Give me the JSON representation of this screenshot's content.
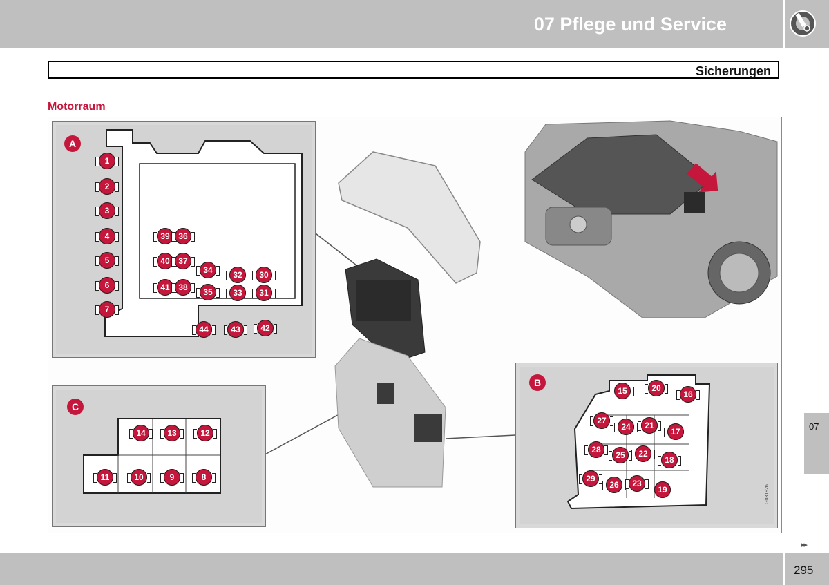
{
  "header": {
    "chapter_title": "07 Pflege und Service",
    "icon": "wrench-gear-icon"
  },
  "section": {
    "title": "Sicherungen"
  },
  "subsection": {
    "title": "Motorraum"
  },
  "figure": {
    "code": "G031926",
    "panels": [
      {
        "letter": "A",
        "fuses": [
          "1",
          "2",
          "3",
          "4",
          "5",
          "6",
          "7",
          "39",
          "36",
          "40",
          "37",
          "41",
          "38",
          "34",
          "35",
          "32",
          "30",
          "33",
          "31",
          "44",
          "43",
          "42"
        ]
      },
      {
        "letter": "B",
        "fuses": [
          "15",
          "20",
          "16",
          "27",
          "24",
          "21",
          "17",
          "28",
          "25",
          "22",
          "18",
          "29",
          "26",
          "23",
          "19"
        ]
      },
      {
        "letter": "C",
        "fuses": [
          "14",
          "13",
          "12",
          "11",
          "10",
          "9",
          "8"
        ]
      }
    ]
  },
  "side_tab": {
    "label": "07"
  },
  "footer": {
    "next_marker": "▸▸",
    "page_number": "295"
  },
  "colors": {
    "accent": "#c4173b",
    "bar": "#bfbfbf",
    "panel": "#d3d3d3"
  }
}
